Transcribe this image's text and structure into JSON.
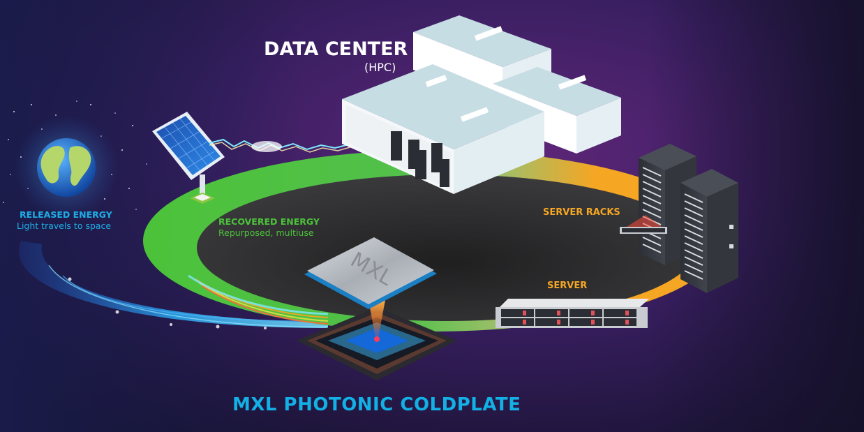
{
  "labels": {
    "data_center": {
      "title": "DATA CENTER",
      "subtitle": "(HPC)"
    },
    "released_energy": {
      "title": "RELEASED ENERGY",
      "subtitle": "Light travels to space"
    },
    "recovered_energy": {
      "title": "RECOVERED ENERGY",
      "subtitle": "Repurposed, multiuse"
    },
    "server_racks": {
      "title": "SERVER RACKS"
    },
    "server": {
      "title": "SERVER"
    },
    "main_title": "MXL PHOTONIC COLDPLATE",
    "chip_logo": "MXL"
  },
  "colors": {
    "background_left": "#1a1a4a",
    "background_center": "#5a2273",
    "background_right": "#18132a",
    "released_blue": "#1eaee6",
    "recovered_green": "#4cc23a",
    "server_orange": "#f5a623",
    "title_cyan": "#12b0e4",
    "ring_dark": "#2a2a2c"
  },
  "icons": {
    "earth": "earth-globe-icon",
    "solar_panel": "solar-panel-icon",
    "data_center": "data-center-building-icon",
    "server_racks": "server-rack-icon",
    "server": "rack-server-icon",
    "chip": "photonic-chip-icon"
  }
}
